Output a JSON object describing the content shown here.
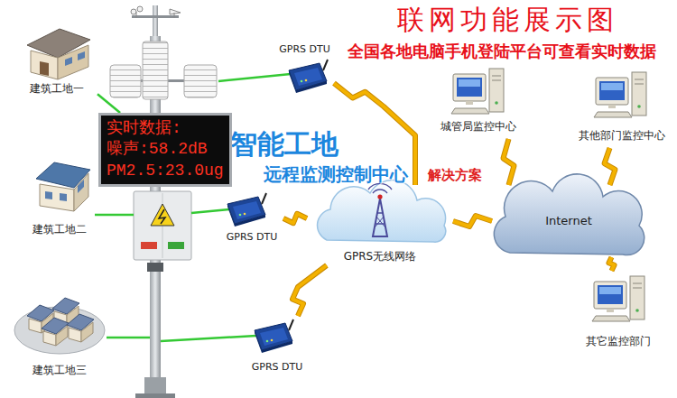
{
  "diagram": {
    "title": "联网功能展示图",
    "nodes": [
      {
        "text": [
          "建筑工地一"
        ]
      },
      {
        "text": [
          "实时数据:",
          "噪声:58.2dB",
          "PM2.5:23.0ug"
        ]
      },
      {
        "text": [
          "GPRS DTU"
        ]
      },
      {
        "text": [
          "建筑工地二"
        ]
      },
      {
        "text": [
          "GPRS DTU"
        ]
      },
      {
        "text": [
          "GPRS无线网络"
        ]
      },
      {
        "text": [
          "城管局监控中心"
        ]
      },
      {
        "text": [
          "其他部门监控中心"
        ]
      },
      {
        "text": [
          "Internet"
        ]
      },
      {
        "text": [
          "建筑工地三"
        ]
      },
      {
        "text": [
          "GPRS DTU"
        ]
      },
      {
        "text": [
          "其它监控部门"
        ]
      }
    ],
    "edges": [
      {
        "from": 0,
        "to": 1,
        "arrow": "none"
      },
      {
        "from": 2,
        "to": 5,
        "arrow": "none"
      },
      {
        "from": 4,
        "to": 5,
        "arrow": "none"
      },
      {
        "from": 10,
        "to": 5,
        "arrow": "none"
      },
      {
        "from": 5,
        "to": 8,
        "arrow": "none"
      },
      {
        "from": 8,
        "to": 6,
        "arrow": "none"
      },
      {
        "from": 8,
        "to": 7,
        "arrow": "none"
      },
      {
        "from": 8,
        "to": 11,
        "arrow": "none"
      }
    ],
    "labels": [
      "全国各地电脑手机登陆平台可查看实时数据",
      "智能工地",
      "远程监测控制中心",
      "解决方案"
    ]
  }
}
